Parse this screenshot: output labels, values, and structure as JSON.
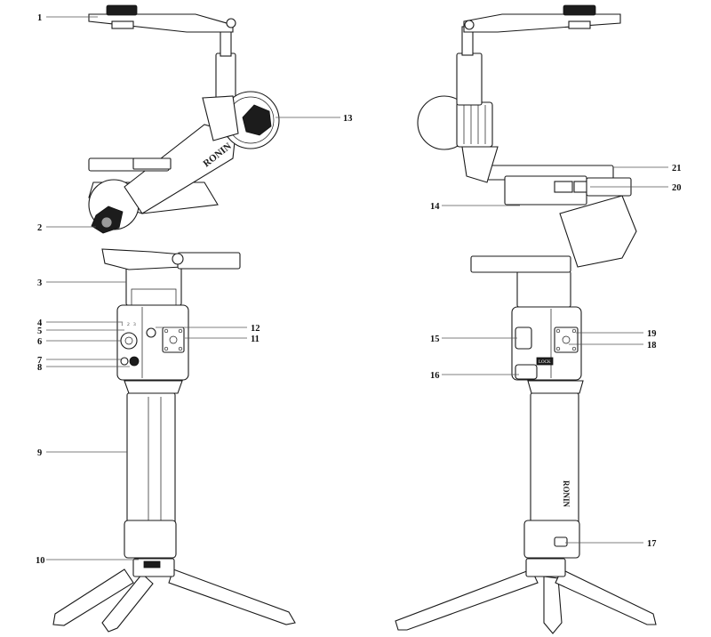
{
  "front_view": {
    "brand_text": "RONIN",
    "button_marks": [
      "1",
      "2",
      "3"
    ],
    "callouts": [
      {
        "label": "1"
      },
      {
        "label": "2"
      },
      {
        "label": "3"
      },
      {
        "label": "4"
      },
      {
        "label": "5"
      },
      {
        "label": "6"
      },
      {
        "label": "7"
      },
      {
        "label": "8"
      },
      {
        "label": "9"
      },
      {
        "label": "10"
      },
      {
        "label": "11"
      },
      {
        "label": "12"
      },
      {
        "label": "13"
      }
    ]
  },
  "rear_view": {
    "brand_text": "RONIN",
    "lock_text": "LOCK",
    "callouts": [
      {
        "label": "14"
      },
      {
        "label": "15"
      },
      {
        "label": "16"
      },
      {
        "label": "17"
      },
      {
        "label": "18"
      },
      {
        "label": "19"
      },
      {
        "label": "20"
      },
      {
        "label": "21"
      }
    ]
  },
  "colors": {
    "line": "#1a1a1a",
    "dark_part": "#1c1c1c",
    "light_fill": "#ffffff"
  }
}
